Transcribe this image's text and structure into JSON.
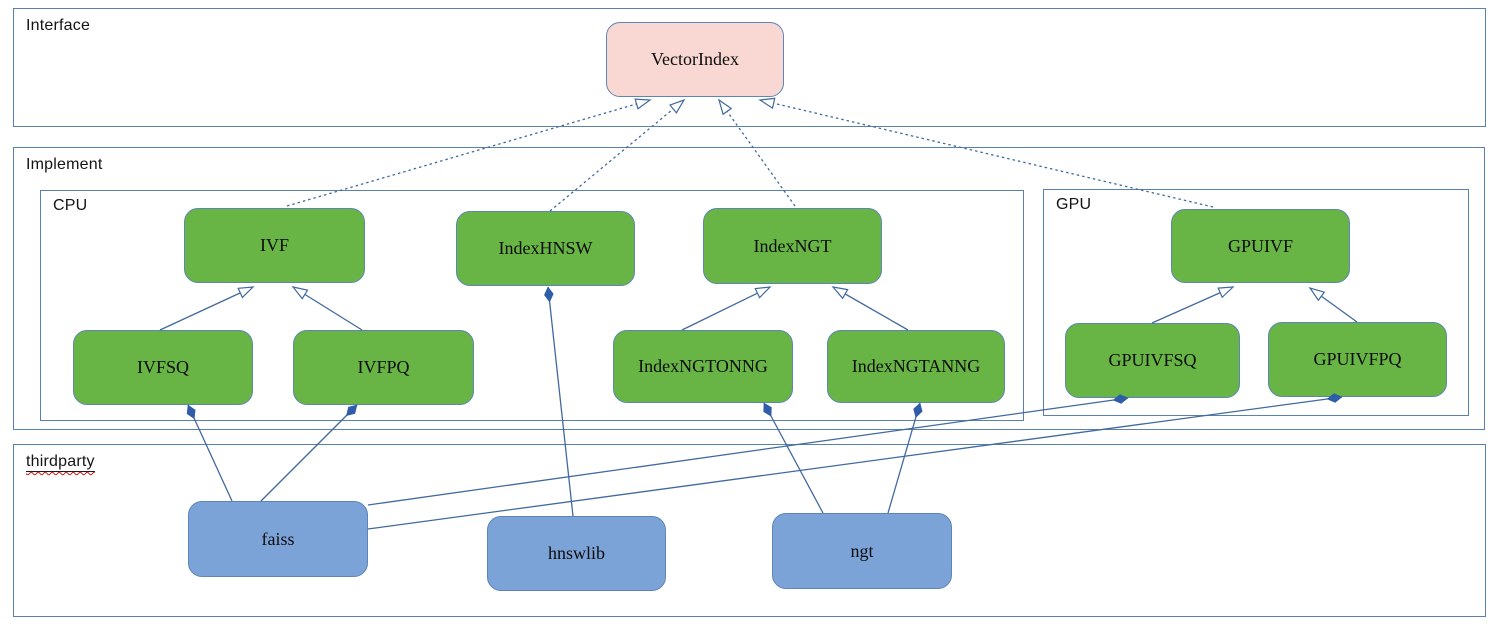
{
  "diagram": {
    "containers": {
      "interface": {
        "label": "Interface"
      },
      "implement": {
        "label": "Implement"
      },
      "cpu": {
        "label": "CPU"
      },
      "gpu": {
        "label": "GPU"
      },
      "thirdparty": {
        "label": "thirdparty",
        "spellcheck_squiggle": true
      }
    },
    "nodes": {
      "vectorindex": {
        "label": "VectorIndex",
        "group": "interface",
        "color": "#f9d7d3"
      },
      "ivf": {
        "label": "IVF",
        "group": "cpu",
        "color": "#68b546"
      },
      "indexhnsw": {
        "label": "IndexHNSW",
        "group": "cpu",
        "color": "#68b546"
      },
      "indexngt": {
        "label": "IndexNGT",
        "group": "cpu",
        "color": "#68b546"
      },
      "ivfsq": {
        "label": "IVFSQ",
        "group": "cpu",
        "color": "#68b546"
      },
      "ivfpq": {
        "label": "IVFPQ",
        "group": "cpu",
        "color": "#68b546"
      },
      "indexngtonng": {
        "label": "IndexNGTONNG",
        "group": "cpu",
        "color": "#68b546"
      },
      "indexngtanng": {
        "label": "IndexNGTANNG",
        "group": "cpu",
        "color": "#68b546"
      },
      "gpuivf": {
        "label": "GPUIVF",
        "group": "gpu",
        "color": "#68b546"
      },
      "gpuivfsq": {
        "label": "GPUIVFSQ",
        "group": "gpu",
        "color": "#68b546"
      },
      "gpuivfpq": {
        "label": "GPUIVFPQ",
        "group": "gpu",
        "color": "#68b546"
      },
      "faiss": {
        "label": "faiss",
        "group": "thirdparty",
        "color": "#7ca3d7"
      },
      "hnswlib": {
        "label": "hnswlib",
        "group": "thirdparty",
        "color": "#7ca3d7"
      },
      "ngt": {
        "label": "ngt",
        "group": "thirdparty",
        "color": "#7ca3d7"
      }
    },
    "edges": [
      {
        "from": "ivf",
        "to": "vectorindex",
        "type": "realization",
        "style": "dotted-hollow-arrow"
      },
      {
        "from": "indexhnsw",
        "to": "vectorindex",
        "type": "realization",
        "style": "dotted-hollow-arrow"
      },
      {
        "from": "indexngt",
        "to": "vectorindex",
        "type": "realization",
        "style": "dotted-hollow-arrow"
      },
      {
        "from": "gpuivf",
        "to": "vectorindex",
        "type": "realization",
        "style": "dotted-hollow-arrow"
      },
      {
        "from": "ivfsq",
        "to": "ivf",
        "type": "generalization",
        "style": "solid-hollow-arrow"
      },
      {
        "from": "ivfpq",
        "to": "ivf",
        "type": "generalization",
        "style": "solid-hollow-arrow"
      },
      {
        "from": "indexngtonng",
        "to": "indexngt",
        "type": "generalization",
        "style": "solid-hollow-arrow"
      },
      {
        "from": "indexngtanng",
        "to": "indexngt",
        "type": "generalization",
        "style": "solid-hollow-arrow"
      },
      {
        "from": "gpuivfsq",
        "to": "gpuivf",
        "type": "generalization",
        "style": "solid-hollow-arrow"
      },
      {
        "from": "gpuivfpq",
        "to": "gpuivf",
        "type": "generalization",
        "style": "solid-hollow-arrow"
      },
      {
        "from": "faiss",
        "to": "ivfsq",
        "type": "composition",
        "style": "solid-filled-diamond"
      },
      {
        "from": "faiss",
        "to": "ivfpq",
        "type": "composition",
        "style": "solid-filled-diamond"
      },
      {
        "from": "faiss",
        "to": "gpuivfsq",
        "type": "composition",
        "style": "solid-filled-diamond"
      },
      {
        "from": "faiss",
        "to": "gpuivfpq",
        "type": "composition",
        "style": "solid-filled-diamond"
      },
      {
        "from": "hnswlib",
        "to": "indexhnsw",
        "type": "composition",
        "style": "solid-filled-diamond"
      },
      {
        "from": "ngt",
        "to": "indexngtonng",
        "type": "composition",
        "style": "solid-filled-diamond"
      },
      {
        "from": "ngt",
        "to": "indexngtanng",
        "type": "composition",
        "style": "solid-filled-diamond"
      }
    ],
    "colors": {
      "node_green": "#68b546",
      "node_pink": "#f9d7d3",
      "node_blue": "#7ca3d7",
      "node_border": "#5d85b5",
      "container_border": "#5b80ad",
      "connector": "#41699e",
      "diamond_fill": "#2f5da8",
      "squiggle_red": "#cc1111",
      "text": "#0c0c0c"
    }
  }
}
